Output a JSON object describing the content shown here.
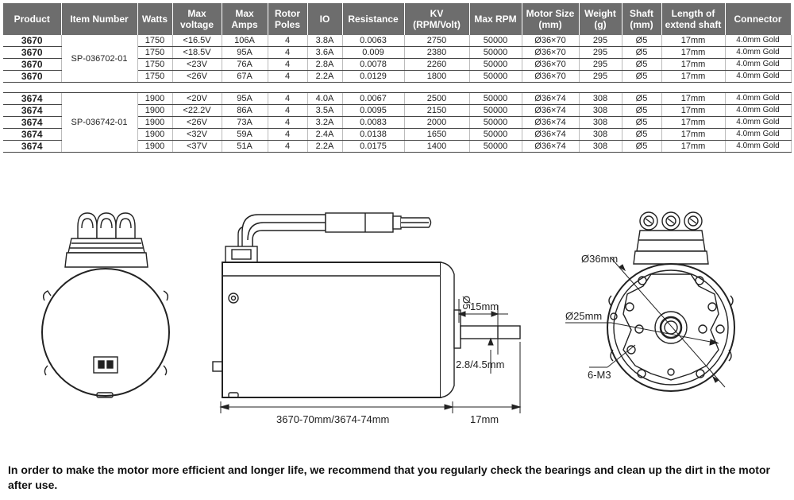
{
  "table": {
    "headers": [
      "Product",
      "Item Number",
      "Watts",
      "Max\nvoltage",
      "Max\nAmps",
      "Rotor\nPoles",
      "IO",
      "Resistance",
      "KV\n(RPM/Volt)",
      "Max RPM",
      "Motor Size\n(mm)",
      "Weight\n(g)",
      "Shaft\n(mm)",
      "Length of\nextend shaft",
      "Connector"
    ],
    "groups": [
      {
        "item_number": "SP-036702-01",
        "rows": [
          [
            "3670",
            "1750",
            "<16.5V",
            "106A",
            "4",
            "3.8A",
            "0.0063",
            "2750",
            "50000",
            "Ø36×70",
            "295",
            "Ø5",
            "17mm",
            "4.0mm Gold"
          ],
          [
            "3670",
            "1750",
            "<18.5V",
            "95A",
            "4",
            "3.6A",
            "0.009",
            "2380",
            "50000",
            "Ø36×70",
            "295",
            "Ø5",
            "17mm",
            "4.0mm Gold"
          ],
          [
            "3670",
            "1750",
            "<23V",
            "76A",
            "4",
            "2.8A",
            "0.0078",
            "2260",
            "50000",
            "Ø36×70",
            "295",
            "Ø5",
            "17mm",
            "4.0mm Gold"
          ],
          [
            "3670",
            "1750",
            "<26V",
            "67A",
            "4",
            "2.2A",
            "0.0129",
            "1800",
            "50000",
            "Ø36×70",
            "295",
            "Ø5",
            "17mm",
            "4.0mm Gold"
          ]
        ]
      },
      {
        "item_number": "SP-036742-01",
        "rows": [
          [
            "3674",
            "1900",
            "<20V",
            "95A",
            "4",
            "4.0A",
            "0.0067",
            "2500",
            "50000",
            "Ø36×74",
            "308",
            "Ø5",
            "17mm",
            "4.0mm Gold"
          ],
          [
            "3674",
            "1900",
            "<22.2V",
            "86A",
            "4",
            "3.5A",
            "0.0095",
            "2150",
            "50000",
            "Ø36×74",
            "308",
            "Ø5",
            "17mm",
            "4.0mm Gold"
          ],
          [
            "3674",
            "1900",
            "<26V",
            "73A",
            "4",
            "3.2A",
            "0.0083",
            "2000",
            "50000",
            "Ø36×74",
            "308",
            "Ø5",
            "17mm",
            "4.0mm Gold"
          ],
          [
            "3674",
            "1900",
            "<32V",
            "59A",
            "4",
            "2.4A",
            "0.0138",
            "1650",
            "50000",
            "Ø36×74",
            "308",
            "Ø5",
            "17mm",
            "4.0mm Gold"
          ],
          [
            "3674",
            "1900",
            "<37V",
            "51A",
            "4",
            "2.2A",
            "0.0175",
            "1400",
            "50000",
            "Ø36×74",
            "308",
            "Ø5",
            "17mm",
            "4.0mm Gold"
          ]
        ]
      }
    ]
  },
  "drawing": {
    "shaft_diameter": "Ø5",
    "shaft_length_top": "15mm",
    "shaft_flat": "2.8/4.5mm",
    "body_length": "3670-70mm/3674-74mm",
    "shaft_length_bottom": "17mm",
    "diameter_outer": "Ø36mm",
    "diameter_bolt": "Ø25mm",
    "screws": "6-M3"
  },
  "note": "In order to make the motor more efficient and longer life, we recommend that you regularly check the bearings and clean up the dirt in the motor after use."
}
